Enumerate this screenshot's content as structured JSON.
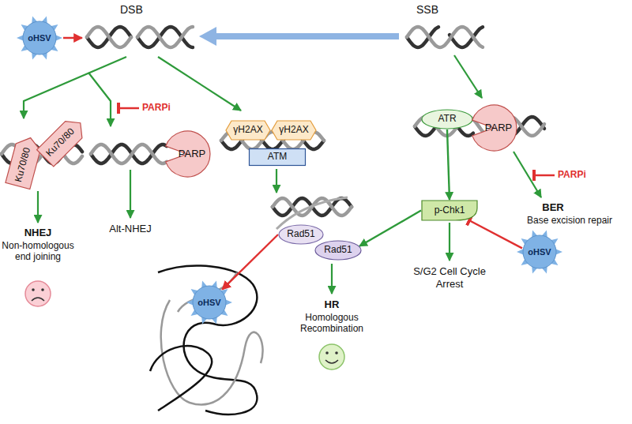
{
  "diagram": {
    "nodes": [
      {
        "text": [
          "oHSV"
        ]
      },
      {
        "text": [
          "Ku70/80"
        ]
      },
      {
        "text": [
          "Ku70/80"
        ]
      },
      {
        "text": [
          "PARP"
        ]
      },
      {
        "text": [
          "γH2AX"
        ]
      },
      {
        "text": [
          "γH2AX"
        ]
      },
      {
        "text": [
          "ATM"
        ]
      },
      {
        "text": [
          "ATR"
        ]
      },
      {
        "text": [
          "PARP"
        ]
      },
      {
        "text": [
          "Rad51"
        ]
      },
      {
        "text": [
          "Rad51"
        ]
      },
      {
        "text": [
          "p-Chk1"
        ]
      },
      {
        "text": [
          "oHSV"
        ]
      },
      {
        "text": [
          "oHSV"
        ]
      }
    ],
    "edges": [
      {
        "from": 7,
        "to": 11,
        "arrow": "to"
      },
      {
        "from": 11,
        "to": 10,
        "arrow": "to"
      },
      {
        "from": 13,
        "to": 11,
        "arrow": "to"
      },
      {
        "from": 9,
        "to": 12,
        "arrow": "to"
      }
    ],
    "labels": [
      "DSB",
      "SSB",
      "PARPi",
      "NHEJ",
      "Non-homologous end joining",
      "Alt-NHEJ",
      "HR",
      "Homologous Recombination",
      "S/G2 Cell Cycle Arrest",
      "BER",
      "Base excision repair",
      "PARPi"
    ]
  }
}
